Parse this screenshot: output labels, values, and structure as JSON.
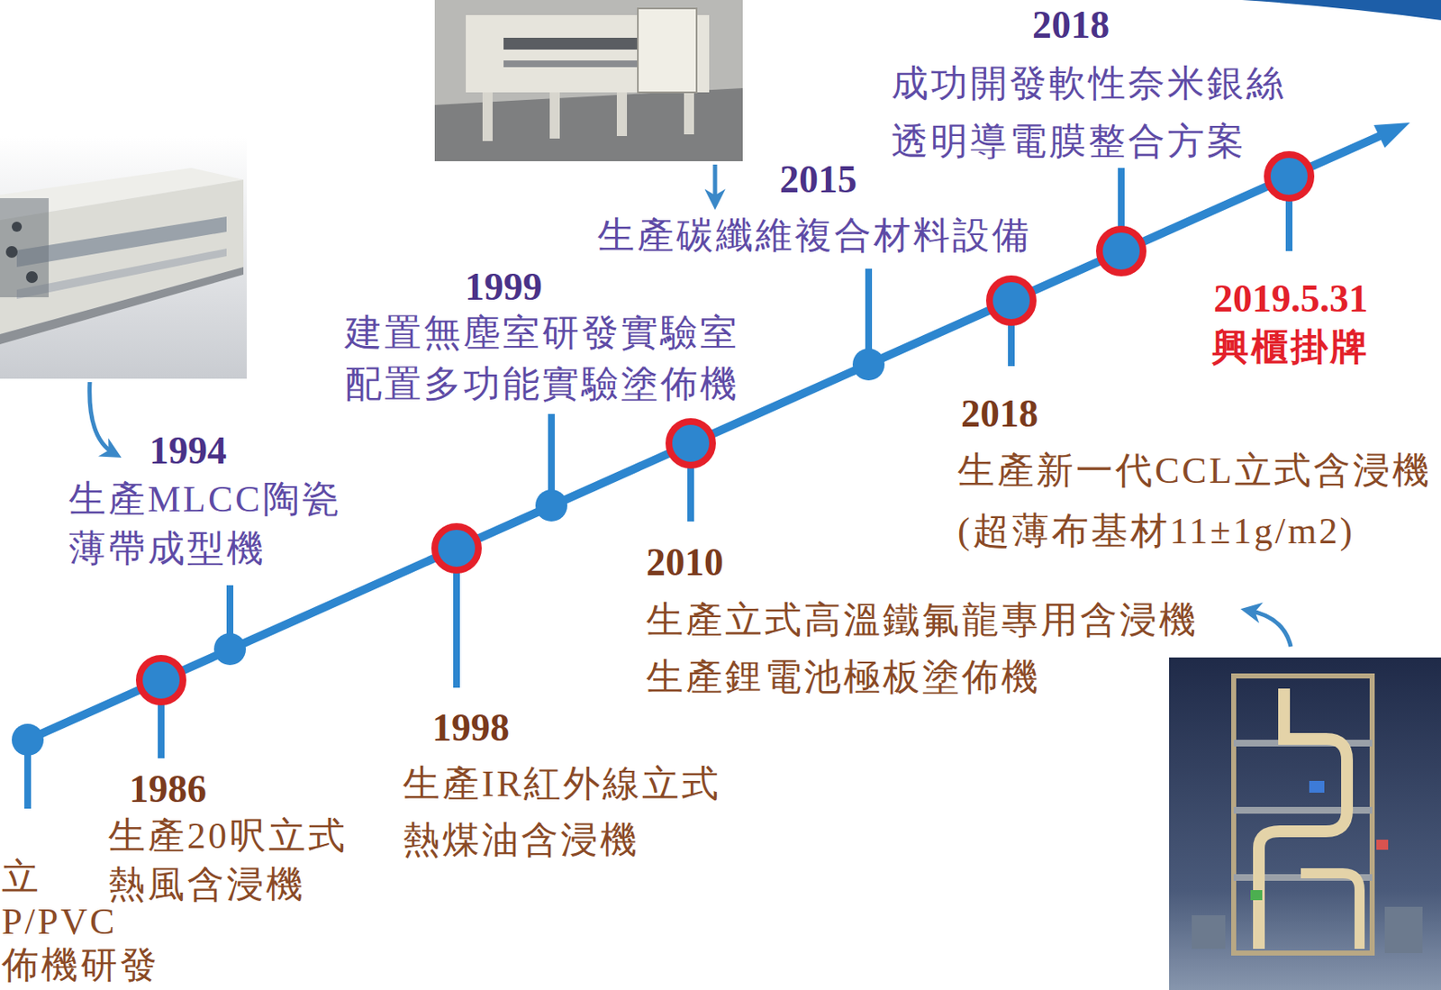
{
  "diagram": {
    "labels": [
      "2018",
      "成功開發軟性奈米銀絲 透明導電膜整合方案",
      "2015",
      "生產碳纖維複合材料設備",
      "1999",
      "建置無塵室研發實驗室 配置多功能實驗塗佈機",
      "2019.5.31",
      "興櫃掛牌",
      "1994",
      "生產MLCC陶瓷 薄帶成型機",
      "2018",
      "生產新一代CCL立式含浸機 (超薄布基材11±1g/m2)",
      "2010",
      "生產立式高溫鐵氟龍專用含浸機 生產鋰電池極板塗佈機",
      "1998",
      "生產IR紅外線立式 熱煤油含浸機",
      "1986",
      "生產20呎立式 熱風含浸機",
      "立",
      "P/PVC",
      "佈機研發"
    ]
  }
}
